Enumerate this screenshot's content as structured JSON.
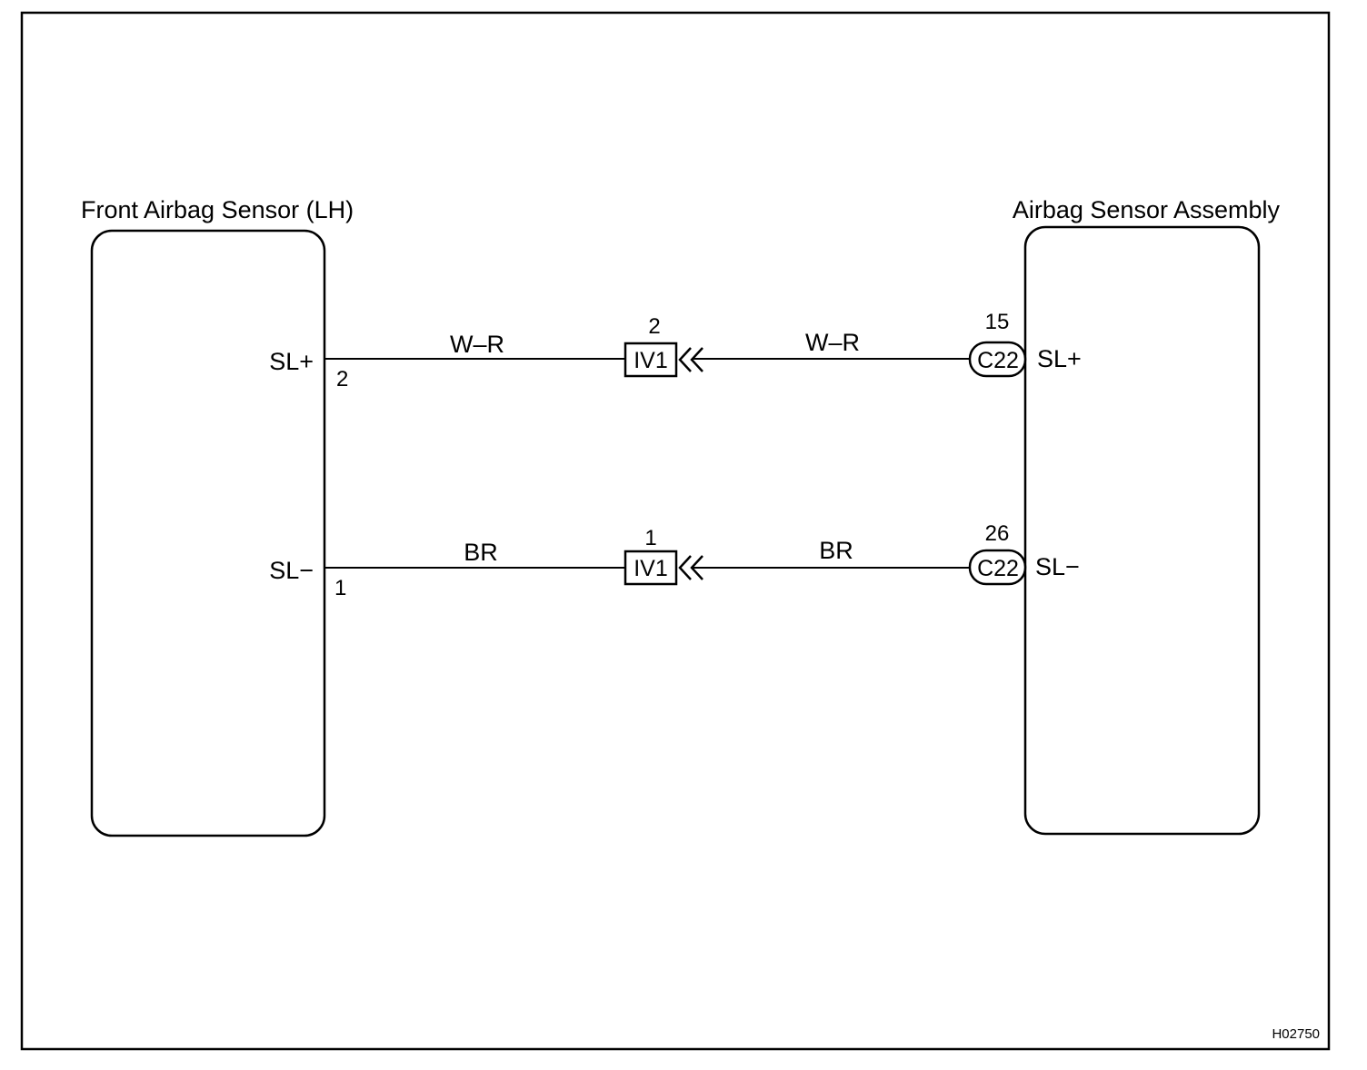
{
  "left_component": {
    "name": "Front Airbag Sensor (LH)",
    "terminals": [
      {
        "label": "SL+",
        "pin": "2"
      },
      {
        "label": "SL−",
        "pin": "1"
      }
    ]
  },
  "right_component": {
    "name": "Airbag Sensor Assembly",
    "terminals": [
      {
        "label": "SL+",
        "pin": "15",
        "connector": "C22"
      },
      {
        "label": "SL−",
        "pin": "26",
        "connector": "C22"
      }
    ]
  },
  "wires": [
    {
      "left_color": "W–R",
      "right_color": "W–R",
      "junction": {
        "connector": "IV1",
        "pin": "2"
      }
    },
    {
      "left_color": "BR",
      "right_color": "BR",
      "junction": {
        "connector": "IV1",
        "pin": "1"
      }
    }
  ],
  "diagram_code": "H02750",
  "colors": {
    "line": "#000000",
    "background": "#ffffff"
  }
}
